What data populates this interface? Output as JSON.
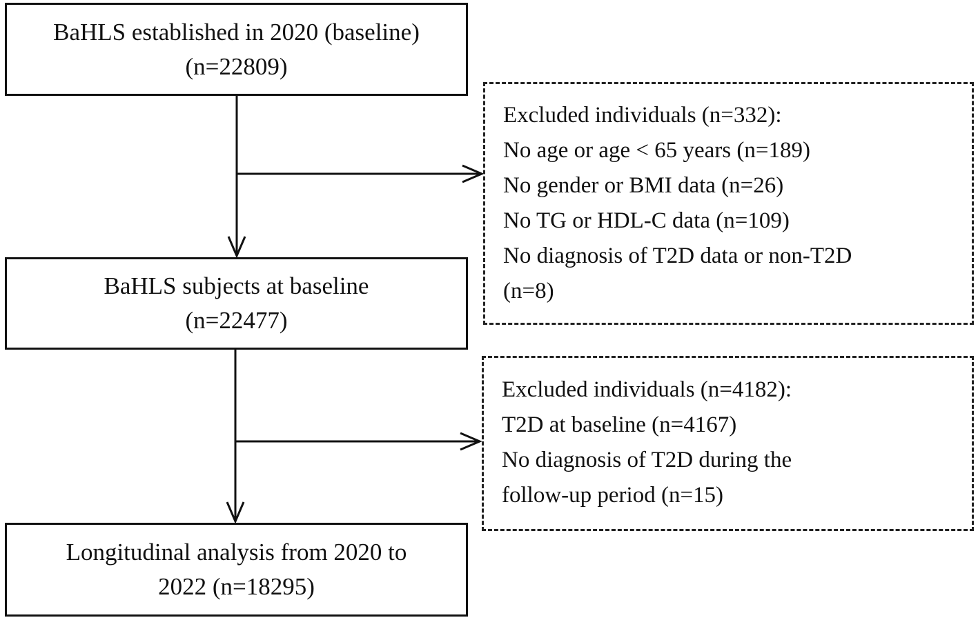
{
  "nodes": {
    "established": {
      "line1": "BaHLS established in 2020 (baseline)",
      "line2": "(n=22809)"
    },
    "baseline_subjects": {
      "line1": "BaHLS subjects at baseline",
      "line2": "(n=22477)"
    },
    "longitudinal": {
      "line1": "Longitudinal analysis from 2020 to",
      "line2": "2022 (n=18295)"
    }
  },
  "exclusions": {
    "first": {
      "header": "Excluded individuals (n=332):",
      "items": [
        "No age or age < 65 years (n=189)",
        "No gender or BMI data (n=26)",
        "No TG or HDL-C data (n=109)",
        "No diagnosis of T2D data or non-T2D",
        "(n=8)"
      ]
    },
    "second": {
      "header": "Excluded individuals (n=4182):",
      "items": [
        "T2D at baseline (n=4167)",
        "No diagnosis of T2D during the",
        "follow-up period (n=15)"
      ]
    }
  },
  "colors": {
    "line": "#111111",
    "background": "#ffffff"
  }
}
